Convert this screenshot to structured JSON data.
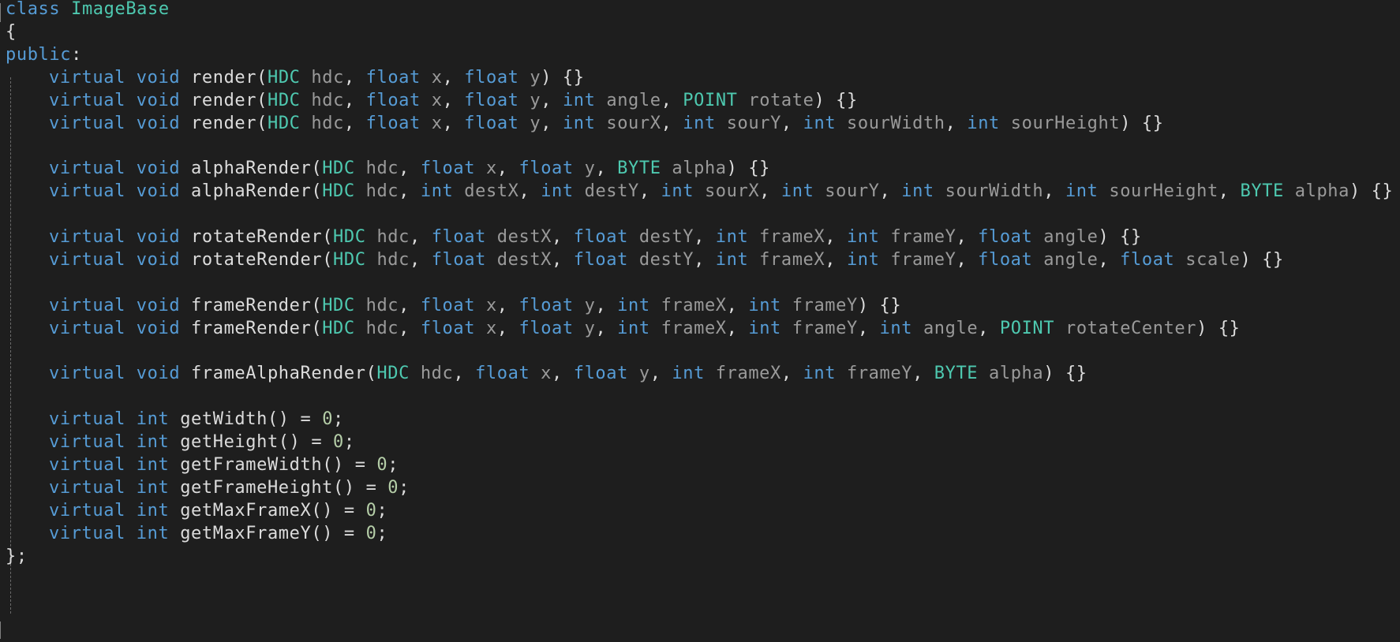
{
  "theme": {
    "background": "#1e1e1e",
    "keyword_color": "#569cd6",
    "type_color": "#4ec9b0",
    "parameter_color": "#9a9a9a",
    "text_color": "#dcdcdc",
    "number_color": "#b5cea8"
  },
  "code": {
    "language": "cpp",
    "lines": [
      [
        [
          "kw",
          "class"
        ],
        [
          "p",
          " "
        ],
        [
          "type",
          "ImageBase"
        ]
      ],
      [
        [
          "p",
          "{"
        ]
      ],
      [
        [
          "kw",
          "public"
        ],
        [
          "p",
          ":"
        ]
      ],
      [
        [
          "kw",
          "virtual"
        ],
        [
          "p",
          " "
        ],
        [
          "kw",
          "void"
        ],
        [
          "p",
          " "
        ],
        [
          "fn",
          "render"
        ],
        [
          "p",
          "("
        ],
        [
          "type",
          "HDC"
        ],
        [
          "p",
          " "
        ],
        [
          "param",
          "hdc"
        ],
        [
          "p",
          ", "
        ],
        [
          "kw",
          "float"
        ],
        [
          "p",
          " "
        ],
        [
          "param",
          "x"
        ],
        [
          "p",
          ", "
        ],
        [
          "kw",
          "float"
        ],
        [
          "p",
          " "
        ],
        [
          "param",
          "y"
        ],
        [
          "p",
          ") {}"
        ]
      ],
      [
        [
          "kw",
          "virtual"
        ],
        [
          "p",
          " "
        ],
        [
          "kw",
          "void"
        ],
        [
          "p",
          " "
        ],
        [
          "fn",
          "render"
        ],
        [
          "p",
          "("
        ],
        [
          "type",
          "HDC"
        ],
        [
          "p",
          " "
        ],
        [
          "param",
          "hdc"
        ],
        [
          "p",
          ", "
        ],
        [
          "kw",
          "float"
        ],
        [
          "p",
          " "
        ],
        [
          "param",
          "x"
        ],
        [
          "p",
          ", "
        ],
        [
          "kw",
          "float"
        ],
        [
          "p",
          " "
        ],
        [
          "param",
          "y"
        ],
        [
          "p",
          ", "
        ],
        [
          "kw",
          "int"
        ],
        [
          "p",
          " "
        ],
        [
          "param",
          "angle"
        ],
        [
          "p",
          ", "
        ],
        [
          "type",
          "POINT"
        ],
        [
          "p",
          " "
        ],
        [
          "param",
          "rotate"
        ],
        [
          "p",
          ") {}"
        ]
      ],
      [
        [
          "kw",
          "virtual"
        ],
        [
          "p",
          " "
        ],
        [
          "kw",
          "void"
        ],
        [
          "p",
          " "
        ],
        [
          "fn",
          "render"
        ],
        [
          "p",
          "("
        ],
        [
          "type",
          "HDC"
        ],
        [
          "p",
          " "
        ],
        [
          "param",
          "hdc"
        ],
        [
          "p",
          ", "
        ],
        [
          "kw",
          "float"
        ],
        [
          "p",
          " "
        ],
        [
          "param",
          "x"
        ],
        [
          "p",
          ", "
        ],
        [
          "kw",
          "float"
        ],
        [
          "p",
          " "
        ],
        [
          "param",
          "y"
        ],
        [
          "p",
          ", "
        ],
        [
          "kw",
          "int"
        ],
        [
          "p",
          " "
        ],
        [
          "param",
          "sourX"
        ],
        [
          "p",
          ", "
        ],
        [
          "kw",
          "int"
        ],
        [
          "p",
          " "
        ],
        [
          "param",
          "sourY"
        ],
        [
          "p",
          ", "
        ],
        [
          "kw",
          "int"
        ],
        [
          "p",
          " "
        ],
        [
          "param",
          "sourWidth"
        ],
        [
          "p",
          ", "
        ],
        [
          "kw",
          "int"
        ],
        [
          "p",
          " "
        ],
        [
          "param",
          "sourHeight"
        ],
        [
          "p",
          ") {}"
        ]
      ],
      [],
      [
        [
          "kw",
          "virtual"
        ],
        [
          "p",
          " "
        ],
        [
          "kw",
          "void"
        ],
        [
          "p",
          " "
        ],
        [
          "fn",
          "alphaRender"
        ],
        [
          "p",
          "("
        ],
        [
          "type",
          "HDC"
        ],
        [
          "p",
          " "
        ],
        [
          "param",
          "hdc"
        ],
        [
          "p",
          ", "
        ],
        [
          "kw",
          "float"
        ],
        [
          "p",
          " "
        ],
        [
          "param",
          "x"
        ],
        [
          "p",
          ", "
        ],
        [
          "kw",
          "float"
        ],
        [
          "p",
          " "
        ],
        [
          "param",
          "y"
        ],
        [
          "p",
          ", "
        ],
        [
          "type",
          "BYTE"
        ],
        [
          "p",
          " "
        ],
        [
          "param",
          "alpha"
        ],
        [
          "p",
          ") {}"
        ]
      ],
      [
        [
          "kw",
          "virtual"
        ],
        [
          "p",
          " "
        ],
        [
          "kw",
          "void"
        ],
        [
          "p",
          " "
        ],
        [
          "fn",
          "alphaRender"
        ],
        [
          "p",
          "("
        ],
        [
          "type",
          "HDC"
        ],
        [
          "p",
          " "
        ],
        [
          "param",
          "hdc"
        ],
        [
          "p",
          ", "
        ],
        [
          "kw",
          "int"
        ],
        [
          "p",
          " "
        ],
        [
          "param",
          "destX"
        ],
        [
          "p",
          ", "
        ],
        [
          "kw",
          "int"
        ],
        [
          "p",
          " "
        ],
        [
          "param",
          "destY"
        ],
        [
          "p",
          ", "
        ],
        [
          "kw",
          "int"
        ],
        [
          "p",
          " "
        ],
        [
          "param",
          "sourX"
        ],
        [
          "p",
          ", "
        ],
        [
          "kw",
          "int"
        ],
        [
          "p",
          " "
        ],
        [
          "param",
          "sourY"
        ],
        [
          "p",
          ", "
        ],
        [
          "kw",
          "int"
        ],
        [
          "p",
          " "
        ],
        [
          "param",
          "sourWidth"
        ],
        [
          "p",
          ", "
        ],
        [
          "kw",
          "int"
        ],
        [
          "p",
          " "
        ],
        [
          "param",
          "sourHeight"
        ],
        [
          "p",
          ", "
        ],
        [
          "type",
          "BYTE"
        ],
        [
          "p",
          " "
        ],
        [
          "param",
          "alpha"
        ],
        [
          "p",
          ") {}"
        ]
      ],
      [],
      [
        [
          "kw",
          "virtual"
        ],
        [
          "p",
          " "
        ],
        [
          "kw",
          "void"
        ],
        [
          "p",
          " "
        ],
        [
          "fn",
          "rotateRender"
        ],
        [
          "p",
          "("
        ],
        [
          "type",
          "HDC"
        ],
        [
          "p",
          " "
        ],
        [
          "param",
          "hdc"
        ],
        [
          "p",
          ", "
        ],
        [
          "kw",
          "float"
        ],
        [
          "p",
          " "
        ],
        [
          "param",
          "destX"
        ],
        [
          "p",
          ", "
        ],
        [
          "kw",
          "float"
        ],
        [
          "p",
          " "
        ],
        [
          "param",
          "destY"
        ],
        [
          "p",
          ", "
        ],
        [
          "kw",
          "int"
        ],
        [
          "p",
          " "
        ],
        [
          "param",
          "frameX"
        ],
        [
          "p",
          ", "
        ],
        [
          "kw",
          "int"
        ],
        [
          "p",
          " "
        ],
        [
          "param",
          "frameY"
        ],
        [
          "p",
          ", "
        ],
        [
          "kw",
          "float"
        ],
        [
          "p",
          " "
        ],
        [
          "param",
          "angle"
        ],
        [
          "p",
          ") {}"
        ]
      ],
      [
        [
          "kw",
          "virtual"
        ],
        [
          "p",
          " "
        ],
        [
          "kw",
          "void"
        ],
        [
          "p",
          " "
        ],
        [
          "fn",
          "rotateRender"
        ],
        [
          "p",
          "("
        ],
        [
          "type",
          "HDC"
        ],
        [
          "p",
          " "
        ],
        [
          "param",
          "hdc"
        ],
        [
          "p",
          ", "
        ],
        [
          "kw",
          "float"
        ],
        [
          "p",
          " "
        ],
        [
          "param",
          "destX"
        ],
        [
          "p",
          ", "
        ],
        [
          "kw",
          "float"
        ],
        [
          "p",
          " "
        ],
        [
          "param",
          "destY"
        ],
        [
          "p",
          ", "
        ],
        [
          "kw",
          "int"
        ],
        [
          "p",
          " "
        ],
        [
          "param",
          "frameX"
        ],
        [
          "p",
          ", "
        ],
        [
          "kw",
          "int"
        ],
        [
          "p",
          " "
        ],
        [
          "param",
          "frameY"
        ],
        [
          "p",
          ", "
        ],
        [
          "kw",
          "float"
        ],
        [
          "p",
          " "
        ],
        [
          "param",
          "angle"
        ],
        [
          "p",
          ", "
        ],
        [
          "kw",
          "float"
        ],
        [
          "p",
          " "
        ],
        [
          "param",
          "scale"
        ],
        [
          "p",
          ") {}"
        ]
      ],
      [],
      [
        [
          "kw",
          "virtual"
        ],
        [
          "p",
          " "
        ],
        [
          "kw",
          "void"
        ],
        [
          "p",
          " "
        ],
        [
          "fn",
          "frameRender"
        ],
        [
          "p",
          "("
        ],
        [
          "type",
          "HDC"
        ],
        [
          "p",
          " "
        ],
        [
          "param",
          "hdc"
        ],
        [
          "p",
          ", "
        ],
        [
          "kw",
          "float"
        ],
        [
          "p",
          " "
        ],
        [
          "param",
          "x"
        ],
        [
          "p",
          ", "
        ],
        [
          "kw",
          "float"
        ],
        [
          "p",
          " "
        ],
        [
          "param",
          "y"
        ],
        [
          "p",
          ", "
        ],
        [
          "kw",
          "int"
        ],
        [
          "p",
          " "
        ],
        [
          "param",
          "frameX"
        ],
        [
          "p",
          ", "
        ],
        [
          "kw",
          "int"
        ],
        [
          "p",
          " "
        ],
        [
          "param",
          "frameY"
        ],
        [
          "p",
          ") {}"
        ]
      ],
      [
        [
          "kw",
          "virtual"
        ],
        [
          "p",
          " "
        ],
        [
          "kw",
          "void"
        ],
        [
          "p",
          " "
        ],
        [
          "fn",
          "frameRender"
        ],
        [
          "p",
          "("
        ],
        [
          "type",
          "HDC"
        ],
        [
          "p",
          " "
        ],
        [
          "param",
          "hdc"
        ],
        [
          "p",
          ", "
        ],
        [
          "kw",
          "float"
        ],
        [
          "p",
          " "
        ],
        [
          "param",
          "x"
        ],
        [
          "p",
          ", "
        ],
        [
          "kw",
          "float"
        ],
        [
          "p",
          " "
        ],
        [
          "param",
          "y"
        ],
        [
          "p",
          ", "
        ],
        [
          "kw",
          "int"
        ],
        [
          "p",
          " "
        ],
        [
          "param",
          "frameX"
        ],
        [
          "p",
          ", "
        ],
        [
          "kw",
          "int"
        ],
        [
          "p",
          " "
        ],
        [
          "param",
          "frameY"
        ],
        [
          "p",
          ", "
        ],
        [
          "kw",
          "int"
        ],
        [
          "p",
          " "
        ],
        [
          "param",
          "angle"
        ],
        [
          "p",
          ", "
        ],
        [
          "type",
          "POINT"
        ],
        [
          "p",
          " "
        ],
        [
          "param",
          "rotateCenter"
        ],
        [
          "p",
          ") {}"
        ]
      ],
      [],
      [
        [
          "kw",
          "virtual"
        ],
        [
          "p",
          " "
        ],
        [
          "kw",
          "void"
        ],
        [
          "p",
          " "
        ],
        [
          "fn",
          "frameAlphaRender"
        ],
        [
          "p",
          "("
        ],
        [
          "type",
          "HDC"
        ],
        [
          "p",
          " "
        ],
        [
          "param",
          "hdc"
        ],
        [
          "p",
          ", "
        ],
        [
          "kw",
          "float"
        ],
        [
          "p",
          " "
        ],
        [
          "param",
          "x"
        ],
        [
          "p",
          ", "
        ],
        [
          "kw",
          "float"
        ],
        [
          "p",
          " "
        ],
        [
          "param",
          "y"
        ],
        [
          "p",
          ", "
        ],
        [
          "kw",
          "int"
        ],
        [
          "p",
          " "
        ],
        [
          "param",
          "frameX"
        ],
        [
          "p",
          ", "
        ],
        [
          "kw",
          "int"
        ],
        [
          "p",
          " "
        ],
        [
          "param",
          "frameY"
        ],
        [
          "p",
          ", "
        ],
        [
          "type",
          "BYTE"
        ],
        [
          "p",
          " "
        ],
        [
          "param",
          "alpha"
        ],
        [
          "p",
          ") {}"
        ]
      ],
      [],
      [
        [
          "kw",
          "virtual"
        ],
        [
          "p",
          " "
        ],
        [
          "kw",
          "int"
        ],
        [
          "p",
          " "
        ],
        [
          "fn",
          "getWidth"
        ],
        [
          "p",
          "() = "
        ],
        [
          "num",
          "0"
        ],
        [
          "p",
          ";"
        ]
      ],
      [
        [
          "kw",
          "virtual"
        ],
        [
          "p",
          " "
        ],
        [
          "kw",
          "int"
        ],
        [
          "p",
          " "
        ],
        [
          "fn",
          "getHeight"
        ],
        [
          "p",
          "() = "
        ],
        [
          "num",
          "0"
        ],
        [
          "p",
          ";"
        ]
      ],
      [
        [
          "kw",
          "virtual"
        ],
        [
          "p",
          " "
        ],
        [
          "kw",
          "int"
        ],
        [
          "p",
          " "
        ],
        [
          "fn",
          "getFrameWidth"
        ],
        [
          "p",
          "() = "
        ],
        [
          "num",
          "0"
        ],
        [
          "p",
          ";"
        ]
      ],
      [
        [
          "kw",
          "virtual"
        ],
        [
          "p",
          " "
        ],
        [
          "kw",
          "int"
        ],
        [
          "p",
          " "
        ],
        [
          "fn",
          "getFrameHeight"
        ],
        [
          "p",
          "() = "
        ],
        [
          "num",
          "0"
        ],
        [
          "p",
          ";"
        ]
      ],
      [
        [
          "kw",
          "virtual"
        ],
        [
          "p",
          " "
        ],
        [
          "kw",
          "int"
        ],
        [
          "p",
          " "
        ],
        [
          "fn",
          "getMaxFrameX"
        ],
        [
          "p",
          "() = "
        ],
        [
          "num",
          "0"
        ],
        [
          "p",
          ";"
        ]
      ],
      [
        [
          "kw",
          "virtual"
        ],
        [
          "p",
          " "
        ],
        [
          "kw",
          "int"
        ],
        [
          "p",
          " "
        ],
        [
          "fn",
          "getMaxFrameY"
        ],
        [
          "p",
          "() = "
        ],
        [
          "num",
          "0"
        ],
        [
          "p",
          ";"
        ]
      ],
      [
        [
          "p",
          "};"
        ]
      ]
    ]
  }
}
